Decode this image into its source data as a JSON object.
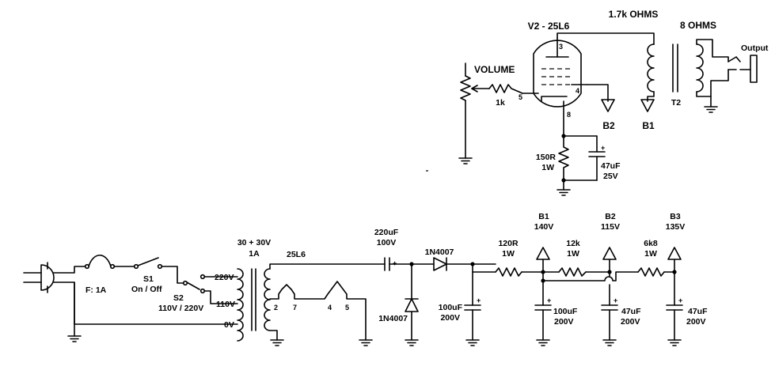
{
  "labels": {
    "tube": "V2 - 25L6",
    "pin3": "3",
    "pin4": "4",
    "pin5": "5",
    "pin8": "8",
    "output_imp_primary": "1.7k OHMS",
    "output_imp_secondary": "8 OHMS",
    "output": "Output",
    "volume": "VOLUME",
    "r_grid": "1k",
    "b2_tube": "B2",
    "b1_tube": "B1",
    "t2": "T2",
    "r_cathode_value": "150R",
    "r_cathode_power": "1W",
    "c_cathode_value": "47uF",
    "c_cathode_voltage": "25V",
    "fuse": "F: 1A",
    "s1": "S1",
    "s1_desc": "On / Off",
    "s2": "S2",
    "s2_desc": "110V / 220V",
    "tap_220": "220V",
    "tap_110": "110V",
    "tap_0": "0V",
    "t1_rating_1": "30 + 30V",
    "t1_rating_2": "1A",
    "heater_chain": "25L6",
    "heater_pin2": "2",
    "heater_pin7": "7",
    "heater_pin4": "4",
    "heater_pin5": "5",
    "c_series_value": "220uF",
    "c_series_voltage": "100V",
    "d1": "1N4007",
    "d2": "1N4007",
    "c1_value": "100uF",
    "c1_voltage": "200V",
    "r1_value": "120R",
    "r1_power": "1W",
    "b1_rail_name": "B1",
    "b1_rail_voltage": "140V",
    "c2_value": "100uF",
    "c2_voltage": "200V",
    "r2_value": "12k",
    "r2_power": "1W",
    "b2_rail_name": "B2",
    "b2_rail_voltage": "115V",
    "c3_value": "47uF",
    "c3_voltage": "200V",
    "r3_value": "6k8",
    "r3_power": "1W",
    "b3_rail_name": "B3",
    "b3_rail_voltage": "135V",
    "c4_value": "47uF",
    "c4_voltage": "200V",
    "plus": "+"
  }
}
